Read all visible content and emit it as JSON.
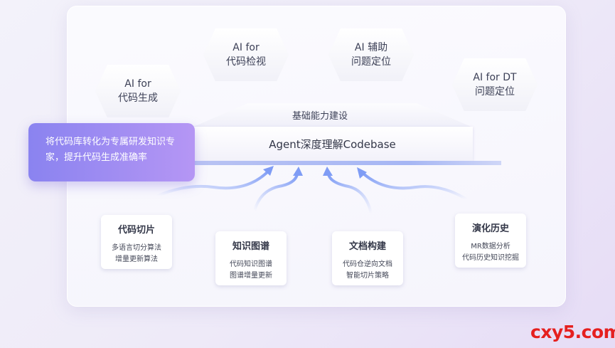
{
  "capabilities": [
    {
      "line1": "AI for",
      "line2": "代码生成"
    },
    {
      "line1": "AI for",
      "line2": "代码检视"
    },
    {
      "line1": "AI 辅助",
      "line2": "问题定位"
    },
    {
      "line1": "AI for DT",
      "line2": "问题定位"
    }
  ],
  "foundation": {
    "label": "基础能力建设",
    "title": "Agent深度理解Codebase"
  },
  "callout": {
    "text": "将代码库转化为专属研发知识专家，提升代码生成准确率"
  },
  "sources": [
    {
      "title": "代码切片",
      "lines": [
        "多语言切分算法",
        "增量更新算法"
      ]
    },
    {
      "title": "知识图谱",
      "lines": [
        "代码知识图谱",
        "图谱增量更新"
      ]
    },
    {
      "title": "文档构建",
      "lines": [
        "代码仓逆向文档",
        "智能切片策略"
      ]
    },
    {
      "title": "演化历史",
      "lines": [
        "MR数据分析",
        "代码历史知识挖掘"
      ]
    }
  ],
  "watermark": "cxy5.com",
  "colors": {
    "accent_start": "#8a83f0",
    "accent_end": "#b596f4",
    "arrow": "#7f9cf5"
  }
}
